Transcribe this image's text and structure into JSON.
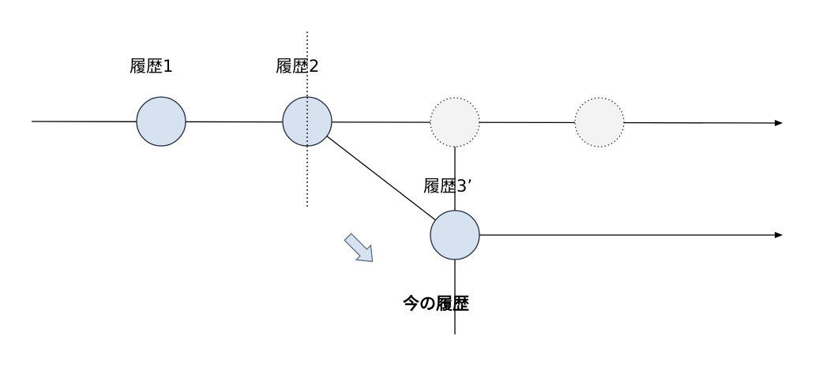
{
  "nodes": {
    "history1": {
      "label": "履歴1"
    },
    "history2": {
      "label": "履歴2"
    },
    "history3_prime": {
      "label": "履歴3’"
    }
  },
  "current_history_label": "今の履歴",
  "colors": {
    "line": "#000000",
    "node_fill": "#d6e2f0",
    "node_stroke": "#1f2a3a",
    "ghost_fill": "#f3f3f3",
    "ghost_stroke": "#333333",
    "arrow_fill": "#d6e2f0",
    "arrow_stroke": "#5b6f86"
  },
  "arrow_icon": "down-right-arrow-icon"
}
